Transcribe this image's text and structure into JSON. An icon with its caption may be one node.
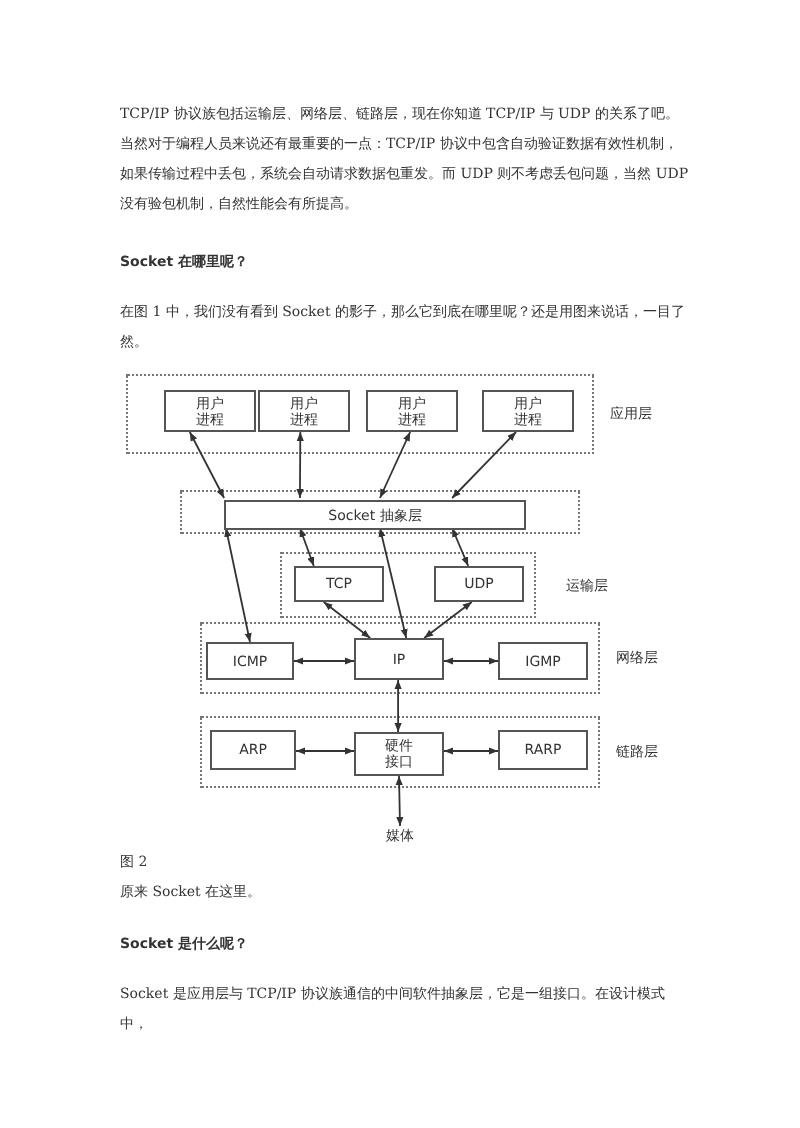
{
  "diagram": {
    "nodes": [
      {
        "text": [
          "应用层"
        ]
      },
      {
        "text": [
          "用户进程"
        ],
        "in": 0
      },
      {
        "text": [
          "用户进程"
        ],
        "in": 0
      },
      {
        "text": [
          "用户进程"
        ],
        "in": 0
      },
      {
        "text": [
          "用户进程"
        ],
        "in": 0
      },
      {
        "text": [],
        "shape": "box"
      },
      {
        "text": [
          "Socket 抽象层"
        ],
        "in": 5
      },
      {
        "text": [
          "运输层"
        ]
      },
      {
        "text": [
          "TCP"
        ],
        "in": 7
      },
      {
        "text": [
          "UDP"
        ],
        "in": 7
      },
      {
        "text": [
          "网络层"
        ]
      },
      {
        "text": [
          "ICMP"
        ],
        "in": 10
      },
      {
        "text": [
          "IP"
        ],
        "in": 10
      },
      {
        "text": [
          "IGMP"
        ],
        "in": 10
      },
      {
        "text": [
          "链路层"
        ]
      },
      {
        "text": [
          "ARP"
        ],
        "in": 14
      },
      {
        "text": [
          "硬件接口"
        ],
        "in": 14
      },
      {
        "text": [
          "RARP"
        ],
        "in": 14
      },
      {
        "text": [
          "媒体"
        ]
      }
    ],
    "edges": [
      {
        "from": 1,
        "to": 6,
        "arrow": "both"
      },
      {
        "from": 2,
        "to": 6,
        "arrow": "both"
      },
      {
        "from": 3,
        "to": 6,
        "arrow": "both"
      },
      {
        "from": 4,
        "to": 6,
        "arrow": "both"
      },
      {
        "from": 6,
        "to": 11,
        "arrow": "both"
      },
      {
        "from": 6,
        "to": 8,
        "arrow": "both"
      },
      {
        "from": 6,
        "to": 12,
        "arrow": "both"
      },
      {
        "from": 6,
        "to": 9,
        "arrow": "both"
      },
      {
        "from": 8,
        "to": 12,
        "arrow": "both"
      },
      {
        "from": 9,
        "to": 12,
        "arrow": "both"
      },
      {
        "from": 11,
        "to": 12,
        "arrow": "both"
      },
      {
        "from": 12,
        "to": 13,
        "arrow": "both"
      },
      {
        "from": 12,
        "to": 16,
        "arrow": "both"
      },
      {
        "from": 15,
        "to": 16,
        "arrow": "both"
      },
      {
        "from": 16,
        "to": 17,
        "arrow": "both"
      },
      {
        "from": 16,
        "to": 18,
        "arrow": "both"
      }
    ],
    "labels": [
      "TCP/IP 协议族包括运输层、网络层、链路层，现在你知道 TCP/IP 与 UDP 的关系了吧。",
      "当然对于编程人员来说还有最重要的一点：TCP/IP 协议中包含自动验证数据有效性机制，如果传输过程中丢包，系统会自动请求数据包重发。而 UDP 则不考虑丢包问题，当然 UDP 没有验包机制，自然性能会有所提高。",
      "Socket 在哪里呢？",
      "在图 1 中，我们没有看到 Socket 的影子，那么它到底在哪里呢？还是用图来说话，一目了然。",
      "图 2",
      "原来 Socket 在这里。",
      "Socket 是什么呢？",
      "Socket 是应用层与 TCP/IP 协议族通信的中间软件抽象层，它是一组接口。在设计模式中，"
    ]
  }
}
